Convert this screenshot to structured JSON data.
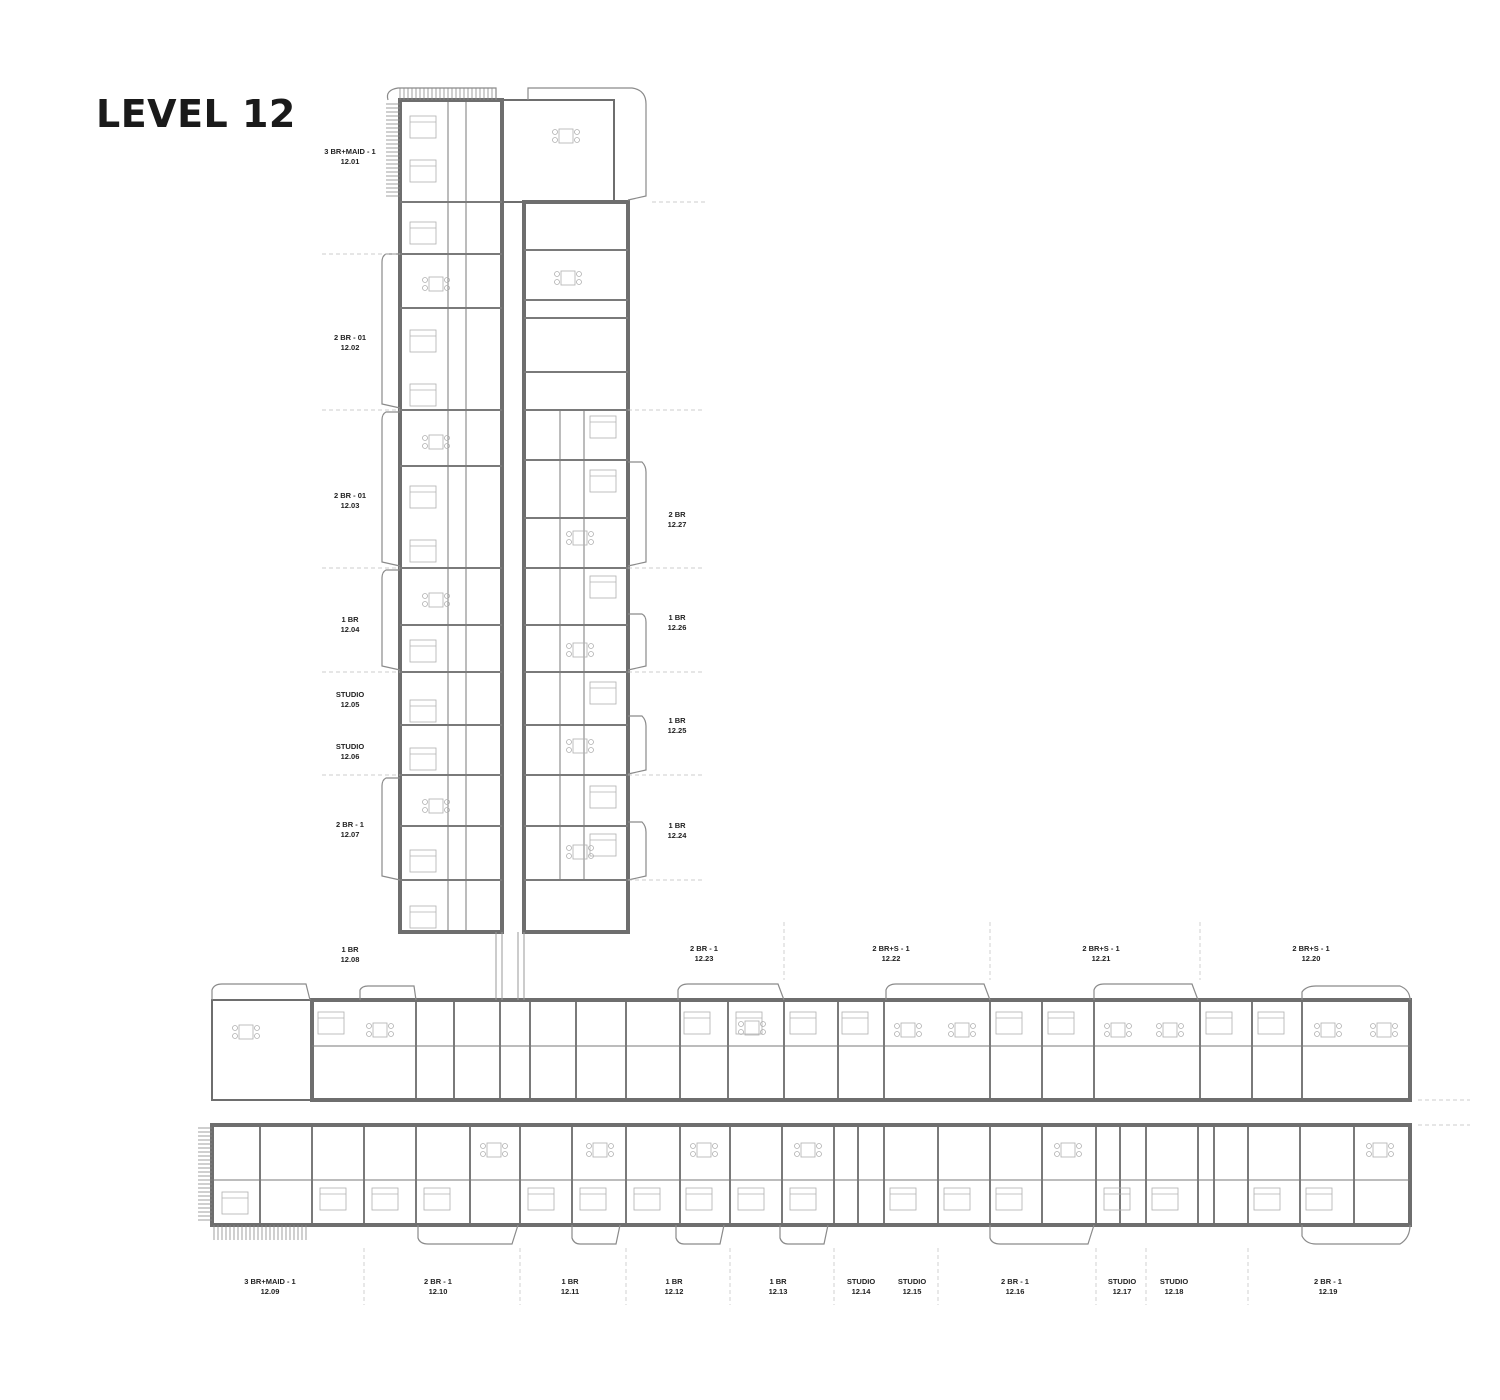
{
  "title": "LEVEL 12",
  "units": [
    {
      "type": "3 BR+MAID - 1",
      "number": "12.01"
    },
    {
      "type": "2 BR - 01",
      "number": "12.02"
    },
    {
      "type": "2 BR - 01",
      "number": "12.03"
    },
    {
      "type": "1 BR",
      "number": "12.04"
    },
    {
      "type": "STUDIO",
      "number": "12.05"
    },
    {
      "type": "STUDIO",
      "number": "12.06"
    },
    {
      "type": "2 BR - 1",
      "number": "12.07"
    },
    {
      "type": "1 BR",
      "number": "12.08"
    },
    {
      "type": "3 BR+MAID - 1",
      "number": "12.09"
    },
    {
      "type": "2 BR - 1",
      "number": "12.10"
    },
    {
      "type": "1 BR",
      "number": "12.11"
    },
    {
      "type": "1 BR",
      "number": "12.12"
    },
    {
      "type": "1 BR",
      "number": "12.13"
    },
    {
      "type": "STUDIO",
      "number": "12.14"
    },
    {
      "type": "STUDIO",
      "number": "12.15"
    },
    {
      "type": "2 BR - 1",
      "number": "12.16"
    },
    {
      "type": "STUDIO",
      "number": "12.17"
    },
    {
      "type": "STUDIO",
      "number": "12.18"
    },
    {
      "type": "2 BR - 1",
      "number": "12.19"
    },
    {
      "type": "2 BR+S - 1",
      "number": "12.20"
    },
    {
      "type": "2 BR+S - 1",
      "number": "12.21"
    },
    {
      "type": "2 BR+S - 1",
      "number": "12.22"
    },
    {
      "type": "2 BR - 1",
      "number": "12.23"
    },
    {
      "type": "1 BR",
      "number": "12.24"
    },
    {
      "type": "1 BR",
      "number": "12.25"
    },
    {
      "type": "1 BR",
      "number": "12.26"
    },
    {
      "type": "2 BR",
      "number": "12.27"
    }
  ],
  "colors": {
    "wall": "#6e6e6e",
    "line": "#9a9a9a",
    "text": "#222222"
  }
}
